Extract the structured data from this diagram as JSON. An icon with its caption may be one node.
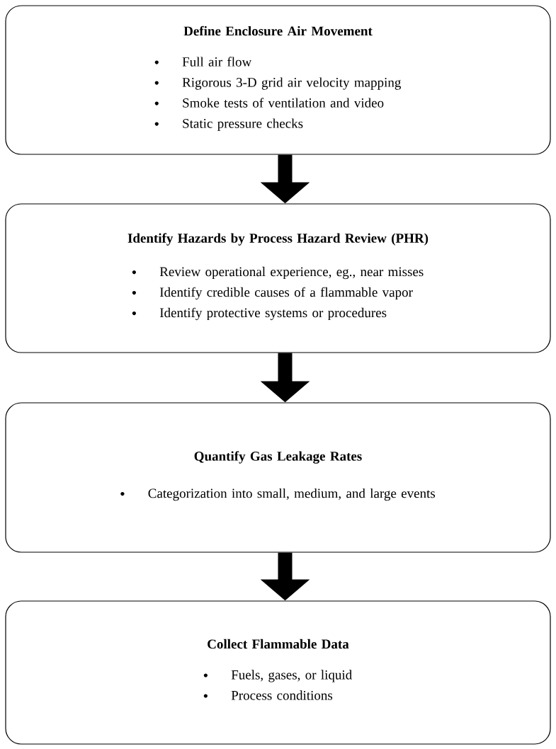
{
  "diagram": {
    "nodes": [
      {
        "text": [
          "Define Enclosure Air Movement",
          "Full air flow",
          "Rigorous 3-D grid air velocity mapping",
          "Smoke tests of ventilation and video",
          "Static pressure checks"
        ]
      },
      {
        "text": [
          "Identify Hazards by Process Hazard Review (PHR)",
          "Review operational experience, eg., near misses",
          "Identify credible causes of a flammable vapor",
          "Identify protective systems or procedures"
        ]
      },
      {
        "text": [
          "Quantify Gas Leakage Rates",
          "Categorization into small, medium, and large events"
        ]
      },
      {
        "text": [
          "Collect Flammable Data",
          "Fuels, gases, or liquid",
          "Process conditions"
        ]
      }
    ],
    "edges": [
      {
        "from": 0,
        "to": 1,
        "arrow": "to"
      },
      {
        "from": 1,
        "to": 2,
        "arrow": "to"
      },
      {
        "from": 2,
        "to": 3,
        "arrow": "to"
      }
    ]
  }
}
